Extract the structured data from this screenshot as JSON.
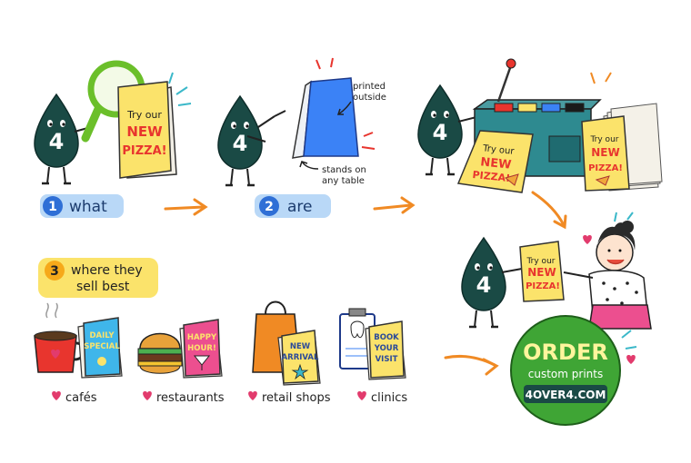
{
  "colors": {
    "drop": "#1a4a45",
    "accent_orange": "#f08a24",
    "sign_yellow": "#fbe36b",
    "sign_red": "#e8352e",
    "blue_sign": "#3b82f6",
    "pink": "#ec4f8f",
    "green_badge": "#3fa535",
    "heart": "#e23b6d"
  },
  "mascot": {
    "number": "4"
  },
  "sign_text": {
    "line1": "Try our",
    "line2": "NEW",
    "line3": "PIZZA!"
  },
  "steps": {
    "what": {
      "num": "1",
      "label": "what"
    },
    "are": {
      "num": "2",
      "label": "are"
    },
    "where": {
      "num": "3",
      "label_line1": "where they",
      "label_line2": "sell best"
    }
  },
  "notes": {
    "printed_line1": "printed",
    "printed_line2": "outside",
    "stands_line1": "stands on",
    "stands_line2": "any table"
  },
  "venues": [
    {
      "label": "cafés",
      "sign_line1": "DAILY",
      "sign_line2": "SPECIAL"
    },
    {
      "label": "restaurants",
      "sign_line1": "HAPPY",
      "sign_line2": "HOUR!"
    },
    {
      "label": "retail shops",
      "sign_line1": "NEW",
      "sign_line2": "ARRIVAL"
    },
    {
      "label": "clinics",
      "sign_line1": "BOOK",
      "sign_line2": "YOUR",
      "sign_line3": "VISIT"
    }
  ],
  "cta": {
    "line1": "ORDER",
    "line2": "custom prints",
    "url": "4OVER4.COM"
  }
}
